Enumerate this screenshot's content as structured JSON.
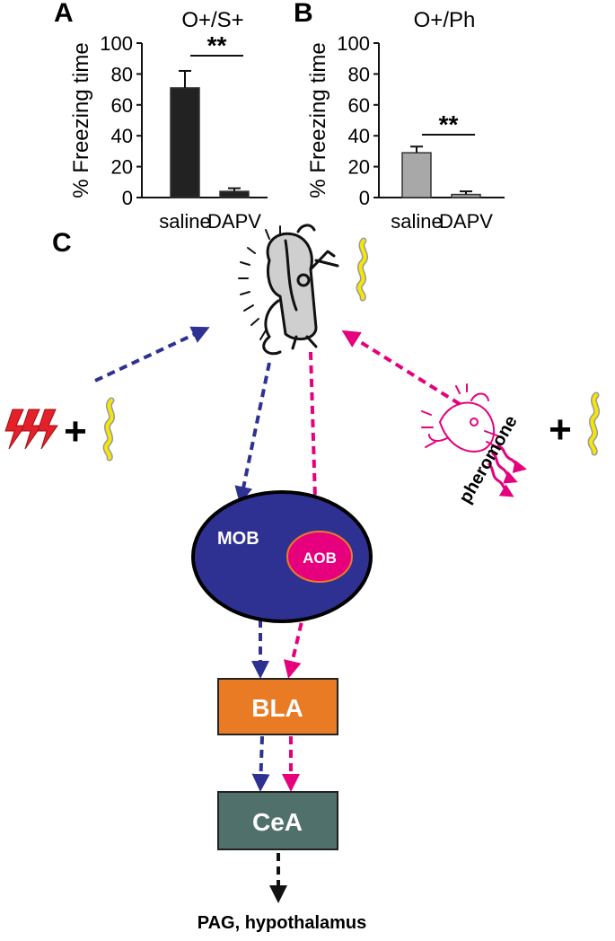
{
  "panels": {
    "a": {
      "letter": "A",
      "title": "O+/S+"
    },
    "b": {
      "letter": "B",
      "title": "O+/Ph"
    },
    "c": {
      "letter": "C"
    }
  },
  "chart_data": [
    {
      "type": "bar",
      "title": "O+/S+",
      "ylabel": "% Freezing time",
      "xlabel": "",
      "categories": [
        "saline",
        "DAPV"
      ],
      "values": [
        71,
        4
      ],
      "errors": [
        11,
        2
      ],
      "ylim": [
        0,
        100
      ],
      "yticks": [
        "0",
        "20",
        "40",
        "60",
        "80",
        "100"
      ],
      "bar_color": "#222222",
      "significance": "**"
    },
    {
      "type": "bar",
      "title": "O+/Ph",
      "ylabel": "% Freezing time",
      "xlabel": "",
      "categories": [
        "saline",
        "DAPV"
      ],
      "values": [
        29,
        2
      ],
      "errors": [
        4,
        2
      ],
      "ylim": [
        0,
        100
      ],
      "yticks": [
        "0",
        "20",
        "40",
        "60",
        "80",
        "100"
      ],
      "bar_color": "#a8a8a8",
      "significance": "**"
    }
  ],
  "diagram": {
    "left_plus": "+",
    "right_plus": "+",
    "pheromone": "pheromone",
    "mob": "MOB",
    "aob": "AOB",
    "bla": "BLA",
    "cea": "CeA",
    "output": "PAG, hypothalamus",
    "colors": {
      "blue_path": "#2e3192",
      "magenta_path": "#e6007e",
      "mob_fill": "#2e3192",
      "aob_fill": "#e6007e",
      "bla_fill": "#e87b24",
      "cea_fill": "#4f706b",
      "shock": "#e4202a",
      "odor": "#f5e60a"
    }
  }
}
